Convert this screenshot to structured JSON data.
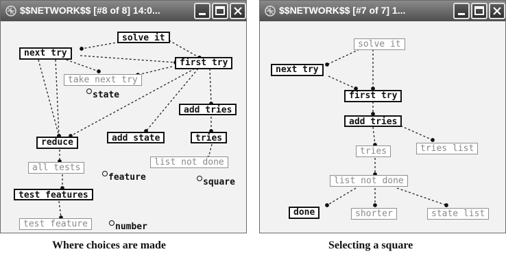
{
  "left": {
    "title": "$$NETWORK$$ [#8 of 8]  14:0...",
    "nodes": {
      "solve_it": "solve it",
      "next_try": "next try",
      "first_try": "first try",
      "take_next_try": "take next try",
      "add_tries": "add tries",
      "reduce": "reduce",
      "add_state": "add state",
      "tries": "tries",
      "all_tests": "all tests",
      "list_not_done": "list not done",
      "test_features": "test features",
      "test_feature": "test feature"
    },
    "labels": {
      "state": "state",
      "feature": "feature",
      "square": "square",
      "number": "number"
    },
    "caption": "Where choices are made"
  },
  "right": {
    "title": "$$NETWORK$$ [#7 of 7]  1...",
    "nodes": {
      "solve_it": "solve it",
      "next_try": "next try",
      "first_try": "first try",
      "add_tries": "add tries",
      "tries": "tries",
      "tries_list": "tries list",
      "list_not_done": "list not done",
      "done": "done",
      "shorter": "shorter",
      "state_list": "state list"
    },
    "caption": "Selecting a square"
  },
  "icons": {
    "title_icon": "network-icon",
    "minimize": "minimize-icon",
    "maximize": "maximize-icon",
    "close": "close-icon"
  }
}
